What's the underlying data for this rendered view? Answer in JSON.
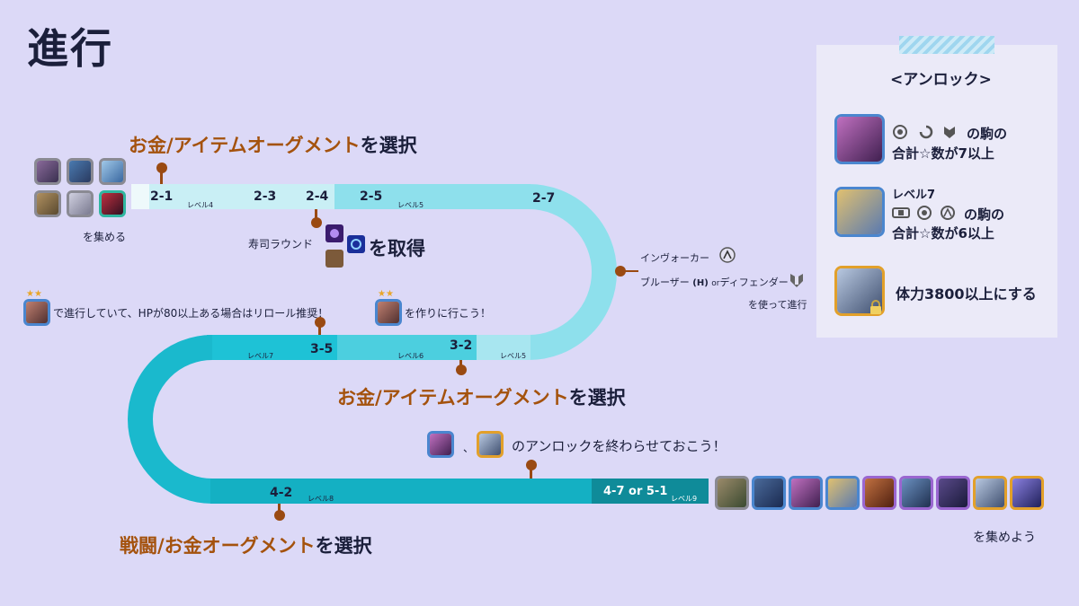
{
  "title": "進行",
  "headers": {
    "h1": {
      "a": "お金/アイテムオーグメント",
      "b": "を選択"
    },
    "h2": {
      "a": "お金/アイテムオーグメント",
      "b": "を選択"
    },
    "h3": {
      "a": "戦闘/お金オーグメント",
      "b": "を選択"
    }
  },
  "stages": {
    "s21": "2-1",
    "s23": "2-3",
    "s24": "2-4",
    "s25": "2-5",
    "s27": "2-7",
    "s35": "3-5",
    "s32": "3-2",
    "s42": "4-2",
    "s47": "4-7 or 5-1"
  },
  "levels": {
    "l4": "レベル4",
    "l5a": "レベル5",
    "l7": "レベル7",
    "l6": "レベル6",
    "l5b": "レベル5",
    "l8": "レベル8",
    "l9": "レベル9"
  },
  "notes": {
    "collect": "を集める",
    "sushi": "寿司ラウンド",
    "acquire": "を取得",
    "invoker": "インヴォーカー",
    "bruiser": "ブルーザー",
    "or": "or",
    "defender": "ディフェンダー",
    "use": "を使って進行",
    "reroll_a": "で進行していて、HPが80以上ある場合はリロール推奨！",
    "reroll_b": "を作りに行こう！",
    "unlock_sep": "、",
    "unlock_done": "のアンロックを終わらせておこう！",
    "collect_end": "を集めよう"
  },
  "panel": {
    "title": "<アンロック>",
    "u1_line1": "の駒の",
    "u1_line2": "合計☆数が7以上",
    "u2_top": "レベル7",
    "u2_line1": "の駒の",
    "u2_line2": "合計☆数が6以上",
    "u3": "体力3800以上にする"
  },
  "colors": {
    "background": "#dcd9f7",
    "orange_text": "#a4520d",
    "dark_text": "#1b1f3b",
    "pin": "#9a4a12",
    "track_light": "#c9eff5",
    "track_mid": "#7ddbe9",
    "track_dark": "#1ab3c7",
    "track_darkest": "#0f8b99"
  }
}
